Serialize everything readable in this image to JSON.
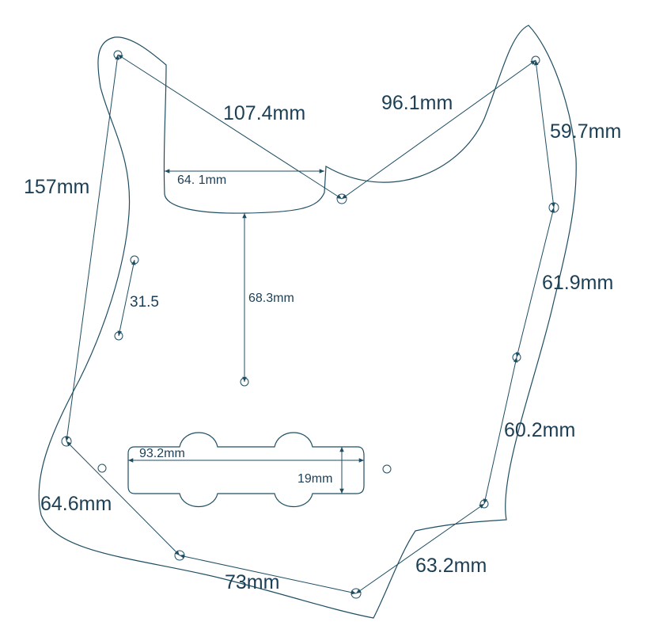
{
  "dimensions": {
    "top_left_diagonal": "107.4mm",
    "top_right_diagonal": "96.1mm",
    "right_upper": "59.7mm",
    "left_side": "157mm",
    "cutout_width": "64. 1mm",
    "cutout_to_hole": "68.3mm",
    "small_holes": "31.5",
    "right_middle": "61.9mm",
    "right_lower": "60.2mm",
    "pickup_width": "93.2mm",
    "pickup_height": "19mm",
    "bottom_left": "64.6mm",
    "bottom": "73mm",
    "bottom_right": "63.2mm"
  },
  "colors": {
    "line": "#1f4e63",
    "text": "#1c3f55",
    "background": "#ffffff"
  }
}
